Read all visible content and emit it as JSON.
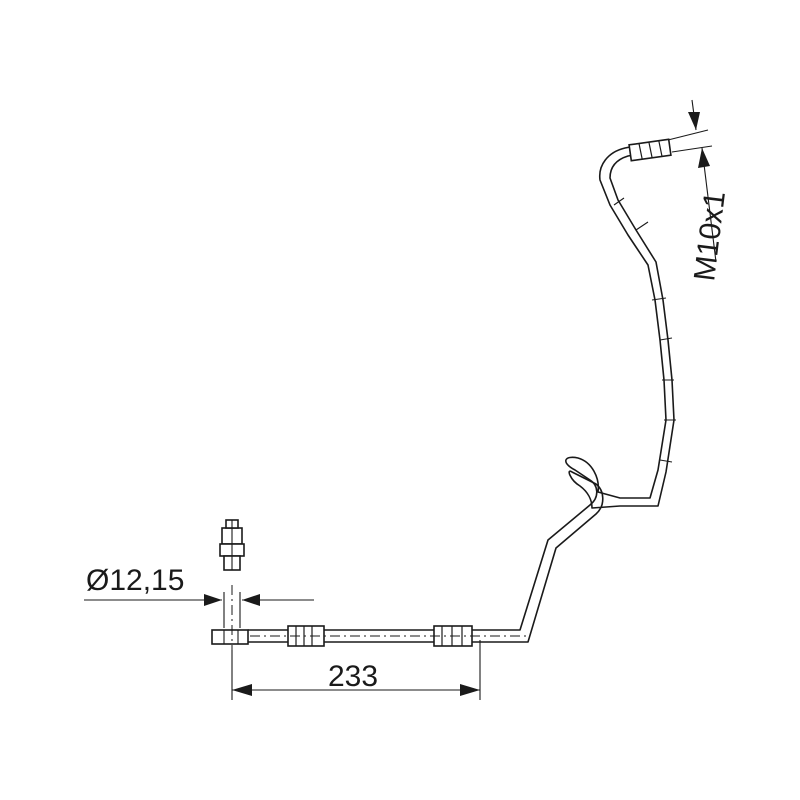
{
  "dimensions": {
    "diameter": "Ø12,15",
    "length": "233",
    "thread": "M10x1"
  }
}
